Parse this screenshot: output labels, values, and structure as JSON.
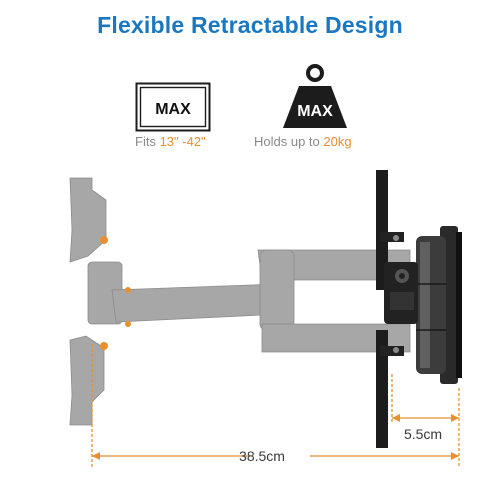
{
  "title": "Flexible Retractable Design",
  "screen_badge": {
    "label": "MAX",
    "icon": "screen-size-icon"
  },
  "weight_badge": {
    "label": "MAX",
    "icon": "weight-icon"
  },
  "fits": {
    "prefix": "Fits",
    "value": "13\" -42\""
  },
  "holds": {
    "prefix": "Holds up to",
    "value": "20kg"
  },
  "dimensions": {
    "extension": "38.5cm",
    "retracted_depth": "5.5cm"
  },
  "colors": {
    "title": "#1a78c2",
    "accent": "#e8902e",
    "mount_gray": "#a7a7a7",
    "mount_dark": "#202020"
  }
}
